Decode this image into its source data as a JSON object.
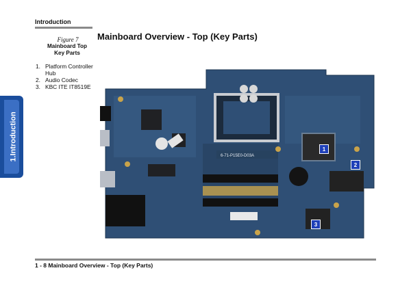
{
  "header": {
    "section": "Introduction"
  },
  "side_tab": {
    "label": "1.Introduction"
  },
  "figure": {
    "number": "Figure 7",
    "caption_line1": "Mainboard Top",
    "caption_line2": "Key Parts"
  },
  "key_parts": [
    {
      "num": "1.",
      "label": "Platform Controller Hub"
    },
    {
      "num": "2.",
      "label": "Audio Codec"
    },
    {
      "num": "3.",
      "label": "KBC ITE IT8519E"
    }
  ],
  "page_title": "Mainboard Overview - Top (Key Parts)",
  "board": {
    "markers": [
      "1",
      "2",
      "3"
    ],
    "silkscreen_text": "6-71-P15E0-D03A"
  },
  "footer": {
    "text": "1 - 8 Mainboard Overview - Top (Key Parts)"
  },
  "colors": {
    "accent": "#1a4d9c",
    "board": "#2f4f75",
    "rule": "#8a8a8a"
  }
}
